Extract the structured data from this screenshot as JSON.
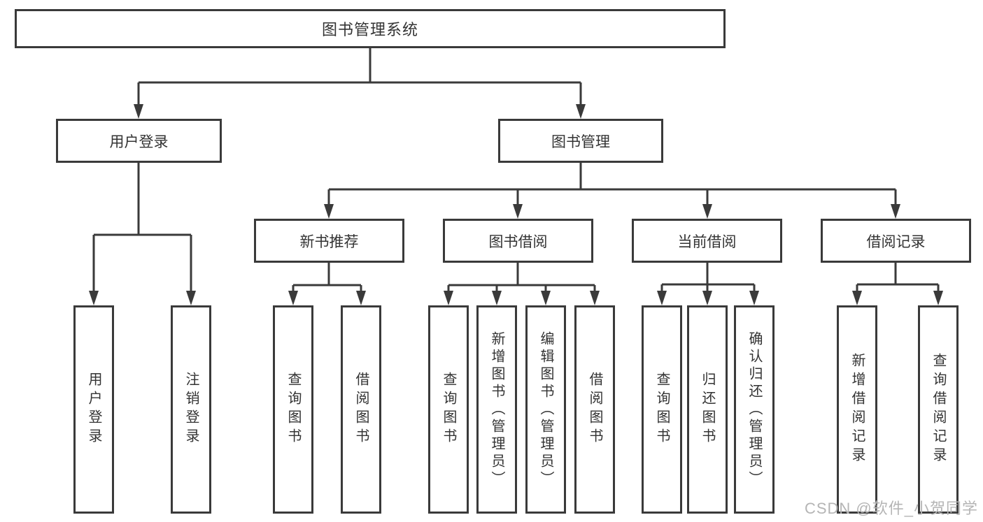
{
  "tree": {
    "root": {
      "label": "图书管理系统"
    },
    "level2": [
      {
        "label": "用户登录",
        "parent": "图书管理系统"
      },
      {
        "label": "图书管理",
        "parent": "图书管理系统"
      }
    ],
    "level3": [
      {
        "label": "新书推荐",
        "parent": "图书管理"
      },
      {
        "label": "图书借阅",
        "parent": "图书管理"
      },
      {
        "label": "当前借阅",
        "parent": "图书管理"
      },
      {
        "label": "借阅记录",
        "parent": "图书管理"
      }
    ],
    "leaves": [
      {
        "label": "用户登录",
        "parent": "用户登录"
      },
      {
        "label": "注销登录",
        "parent": "用户登录"
      },
      {
        "label": "查询图书",
        "parent": "新书推荐"
      },
      {
        "label": "借阅图书",
        "parent": "新书推荐"
      },
      {
        "label": "查询图书",
        "parent": "图书借阅"
      },
      {
        "label": "新增图书（管理员）",
        "parent": "图书借阅"
      },
      {
        "label": "编辑图书（管理员）",
        "parent": "图书借阅"
      },
      {
        "label": "借阅图书",
        "parent": "图书借阅"
      },
      {
        "label": "查询图书",
        "parent": "当前借阅"
      },
      {
        "label": "归还图书",
        "parent": "当前借阅"
      },
      {
        "label": "确认归还（管理员）",
        "parent": "当前借阅"
      },
      {
        "label": "新增借阅记录",
        "parent": "借阅记录"
      },
      {
        "label": "查询借阅记录",
        "parent": "借阅记录"
      }
    ]
  },
  "watermark": "CSDN @软件_小贺同学",
  "colors": {
    "line": "#3a3a3a",
    "text": "#333333",
    "box-bg": "#ffffff",
    "watermark": "#b5b5b5"
  }
}
